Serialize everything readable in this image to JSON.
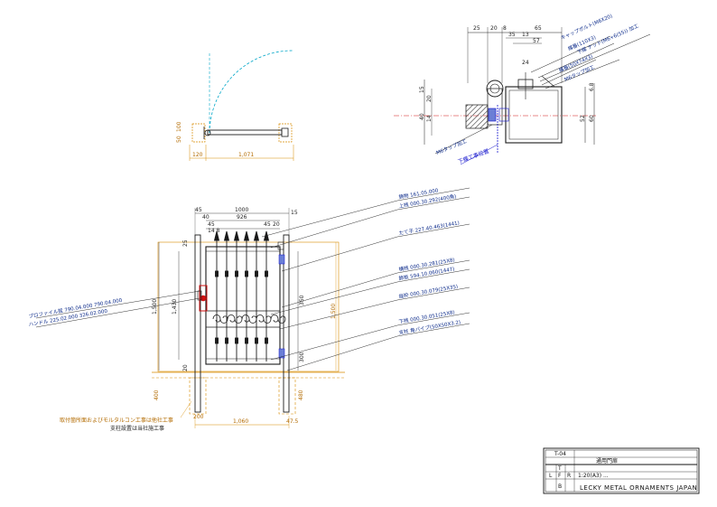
{
  "plan_view": {
    "dims": {
      "left_offset": "120",
      "width": "1,071"
    },
    "small_labels": {
      "left_a": "100",
      "left_b": "50"
    }
  },
  "hinge_detail": {
    "top_dims": [
      "25",
      "20",
      "8",
      "65",
      "35",
      "13",
      "57",
      "24"
    ],
    "left_dims": [
      "15",
      "20",
      "40",
      "14"
    ],
    "right_dims": [
      "52",
      "60",
      "6.8"
    ],
    "leaders": [
      "キャップボルト(M6X20)",
      "蝶番(110X3)",
      "下蝶 ナット(M6+6(55)) 加工",
      "蝶番(50X74X3)",
      "M6タップ加工"
    ],
    "lower_leader": "M6タップ加工",
    "blue_label": "下蝶工事位置"
  },
  "elevation": {
    "top_dims": {
      "overall": "1000",
      "left_post": "45",
      "right_post": "15",
      "inner": "926",
      "left_small": "40",
      "right_small": "20",
      "pitch": "14 8",
      "top_left": "45",
      "top_right": "45"
    },
    "left_dims": {
      "total": "1,500",
      "inner": "1,430",
      "small_top": "25",
      "small_bottom": "20"
    },
    "right_dims": {
      "a": "350",
      "b": "1,500",
      "c": "300"
    },
    "bottom_dims": {
      "post_left": "200",
      "width": "1,060",
      "post_right": "47.5",
      "ground": "400",
      "ground_right": "480"
    },
    "callouts": [
      "鋳物 161.05.000",
      "上桟 000.30.292(400角)",
      "たて子 227.40.463(1441)",
      "横桟 000.30.281(25X8)",
      "飾板 594.10.060(1447)",
      "縦枠 000.30.079(25X35)",
      "下桟 000.30.051(25X8)",
      "支柱 角パイプ(50X50X3.2)"
    ],
    "left_callouts": [
      "プロファイル錠 790.04.000 790.04.000",
      "ハンドル  225.02.000 326.02.000"
    ],
    "notes": [
      "取付箇所面およびモルタルコン工事は他社工事",
      "支柱設置は当社施工事"
    ]
  },
  "title_block": {
    "drawing_no": "T-04",
    "title": "通用門扉",
    "scale_line": "1:20(A3) ...",
    "letters": [
      "L",
      "F",
      "R",
      "B",
      "T"
    ],
    "company": "LECKY METAL ORNAMENTS JAPAN"
  },
  "colors": {
    "line": "#1a1a1a",
    "cyan": "#00a6c8",
    "orange": "#d78a00",
    "blue": "#1010cc",
    "red": "#d01010",
    "navy": "#0b2a8a"
  }
}
